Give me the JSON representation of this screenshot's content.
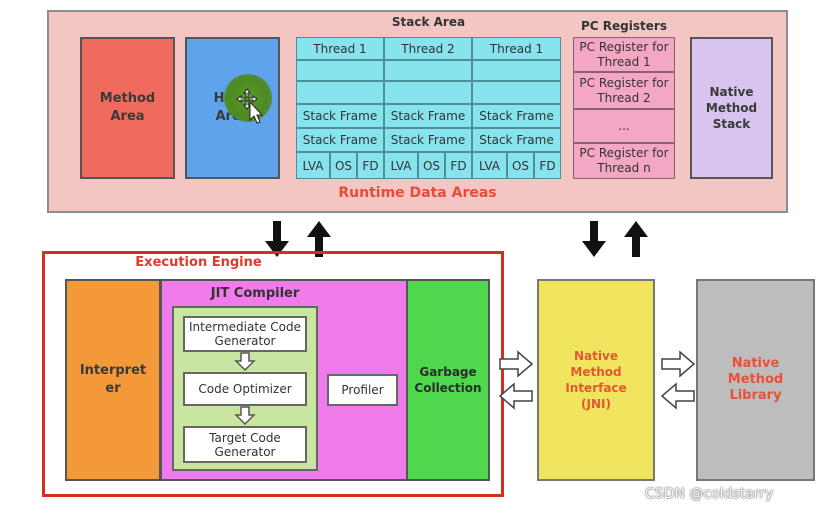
{
  "runtime": {
    "label": "Runtime Data Areas",
    "method_area": "Method Area",
    "heap_area": "Heap Area",
    "stack_area": {
      "title": "Stack Area",
      "threads": [
        "Thread 1",
        "Thread 2",
        "Thread 1"
      ],
      "stack_frame": "Stack Frame",
      "lva": "LVA",
      "os": "OS",
      "fd": "FD"
    },
    "pc_registers": {
      "title": "PC Registers",
      "items": [
        "PC Register for Thread 1",
        "PC Register for Thread 2",
        "...",
        "PC Register for Thread n"
      ]
    },
    "native_method_stack": "Native Method Stack"
  },
  "execution_engine": {
    "label": "Execution Engine",
    "interpreter": "Interpreter",
    "jit": {
      "title": "JIT Compiler",
      "steps": [
        "Intermediate Code Generator",
        "Code Optimizer",
        "Target Code Generator"
      ],
      "profiler": "Profiler"
    },
    "garbage_collection": "Garbage Collection"
  },
  "jni": "Native Method Interface (JNI)",
  "native_library": "Native Method Library",
  "watermark": "CSDN @coldstarry",
  "colors": {
    "runtime_bg": "#f3c6c3",
    "method_area": "#f06b5e",
    "heap_area": "#5ea3ec",
    "stack_cell": "#87e3ee",
    "pc_cell": "#f4a7c4",
    "native_stack": "#d8c4ee",
    "interpreter": "#f3993a",
    "jit": "#f07bea",
    "jit_inner": "#c8e6a0",
    "gc": "#4fd84d",
    "jni": "#f1e560",
    "native_library": "#bdbdbd",
    "accent_red": "#d62d20"
  }
}
